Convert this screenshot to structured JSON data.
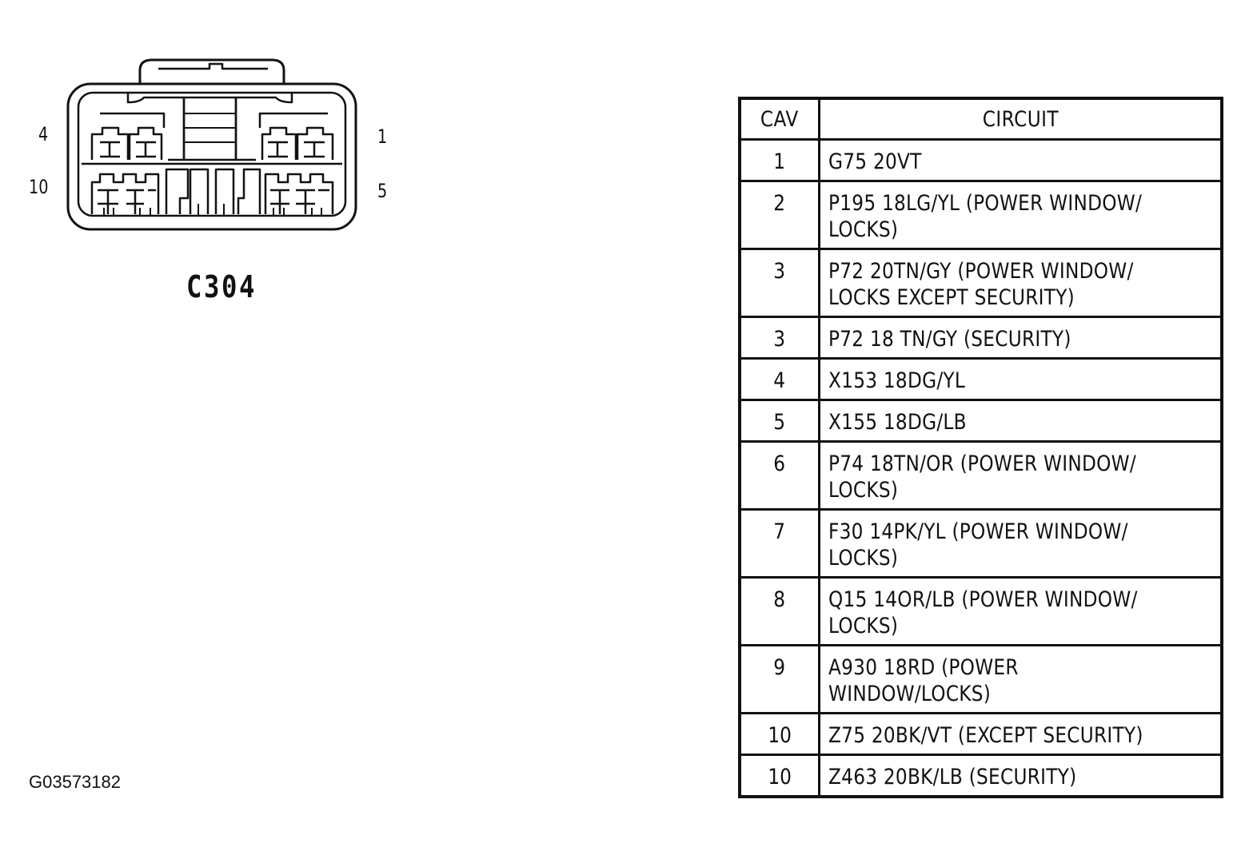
{
  "connector": {
    "name": "C304",
    "pin_labels": {
      "top_left": "4",
      "top_right": "1",
      "bottom_left": "10",
      "bottom_right": "5"
    }
  },
  "table": {
    "headers": {
      "cav": "CAV",
      "circuit": "CIRCUIT"
    },
    "rows": [
      {
        "cav": "1",
        "circuit": "G75 20VT"
      },
      {
        "cav": "2",
        "circuit": "P195 18LG/YL (POWER WINDOW/\nLOCKS)"
      },
      {
        "cav": "3",
        "circuit": "P72 20TN/GY (POWER WINDOW/\nLOCKS EXCEPT SECURITY)"
      },
      {
        "cav": "3",
        "circuit": "P72 18 TN/GY (SECURITY)"
      },
      {
        "cav": "4",
        "circuit": "X153 18DG/YL"
      },
      {
        "cav": "5",
        "circuit": "X155 18DG/LB"
      },
      {
        "cav": "6",
        "circuit": "P74 18TN/OR (POWER WINDOW/\nLOCKS)"
      },
      {
        "cav": "7",
        "circuit": "F30 14PK/YL (POWER WINDOW/\nLOCKS)"
      },
      {
        "cav": "8",
        "circuit": "Q15 14OR/LB (POWER WINDOW/\nLOCKS)"
      },
      {
        "cav": "9",
        "circuit": "A930 18RD (POWER WINDOW/LOCKS)"
      },
      {
        "cav": "10",
        "circuit": "Z75 20BK/VT (EXCEPT SECURITY)"
      },
      {
        "cav": "10",
        "circuit": "Z463 20BK/LB (SECURITY)"
      }
    ]
  },
  "figure_id": "G03573182"
}
